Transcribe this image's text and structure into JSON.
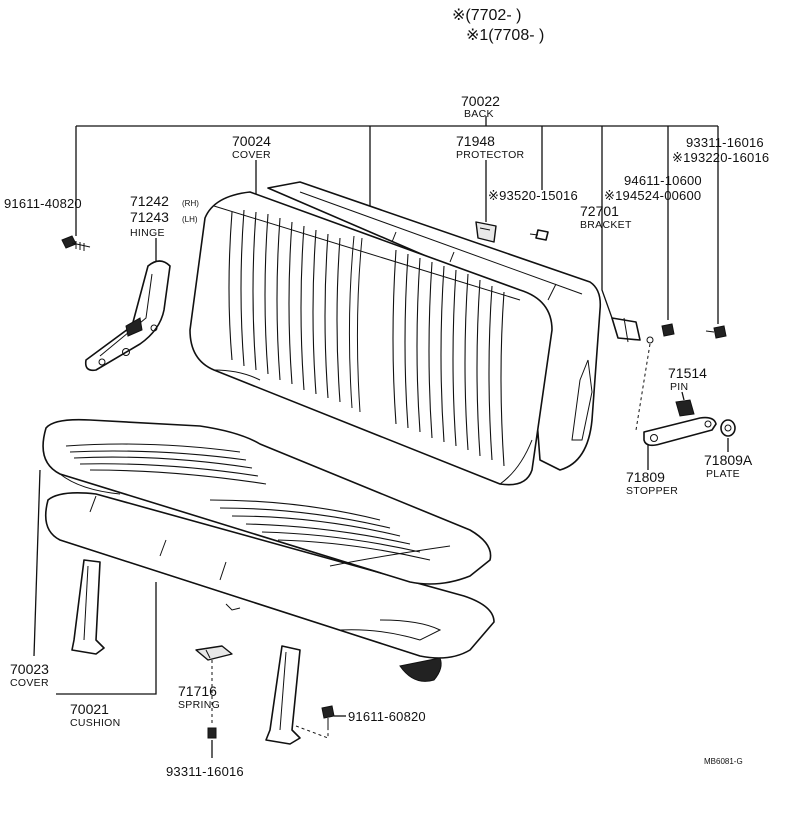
{
  "notes": {
    "line1": "※(7702-        )",
    "line2": "※1(7708-        )"
  },
  "parts": {
    "p70022": {
      "number": "70022",
      "label": "BACK"
    },
    "p70024": {
      "number": "70024",
      "label": "COVER"
    },
    "p71948": {
      "number": "71948",
      "label": "PROTECTOR"
    },
    "p93311_16016_top": {
      "number": "93311-16016"
    },
    "p193220": {
      "number": "※193220-16016"
    },
    "p94611": {
      "number": "94611-10600"
    },
    "p194524": {
      "number": "※194524-00600"
    },
    "p93520": {
      "number": "※93520-15016"
    },
    "p72701": {
      "number": "72701",
      "label": "BRACKET"
    },
    "p91611_40820": {
      "number": "91611-40820"
    },
    "p71242": {
      "number": "71242",
      "suffix": "(RH)"
    },
    "p71243": {
      "number": "71243",
      "suffix": "(LH)",
      "label": "HINGE"
    },
    "p71514": {
      "number": "71514",
      "label": "PIN"
    },
    "p71809": {
      "number": "71809",
      "label": "STOPPER"
    },
    "p71809A": {
      "number": "71809A",
      "label": "PLATE"
    },
    "p70023": {
      "number": "70023",
      "label": "COVER"
    },
    "p70021": {
      "number": "70021",
      "label": "CUSHION"
    },
    "p71716": {
      "number": "71716",
      "label": "SPRING"
    },
    "p91611_60820": {
      "number": "91611-60820"
    },
    "p93311_16016_bottom": {
      "number": "93311-16016"
    }
  },
  "diagram_code": "MB6081-G"
}
